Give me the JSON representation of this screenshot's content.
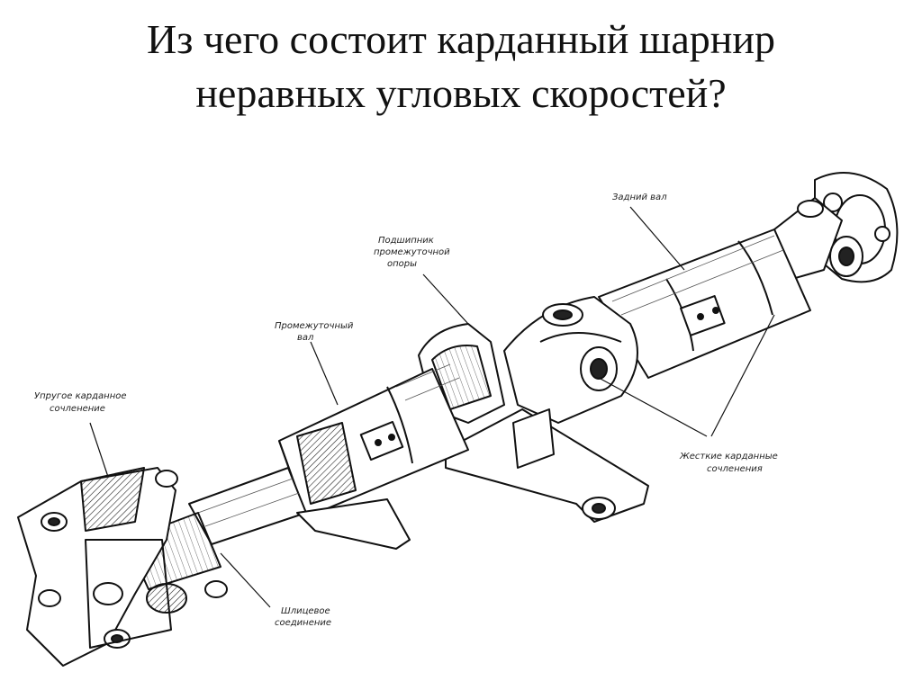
{
  "title": {
    "line1": "Из чего состоит карданный шарнир",
    "line2": "неравных угловых скоростей?"
  },
  "labels": {
    "rear_shaft": "Задний вал",
    "bearing_l1": "Подшипник",
    "bearing_l2": "промежуточной",
    "bearing_l3": "опоры",
    "intermediate_l1": "Промежуточный",
    "intermediate_l2": "вал",
    "elastic_l1": "Упругое карданное",
    "elastic_l2": "сочленение",
    "rigid_l1": "Жесткие карданные",
    "rigid_l2": "сочленения",
    "spline_l1": "Шлицевое",
    "spline_l2": "соединение"
  }
}
